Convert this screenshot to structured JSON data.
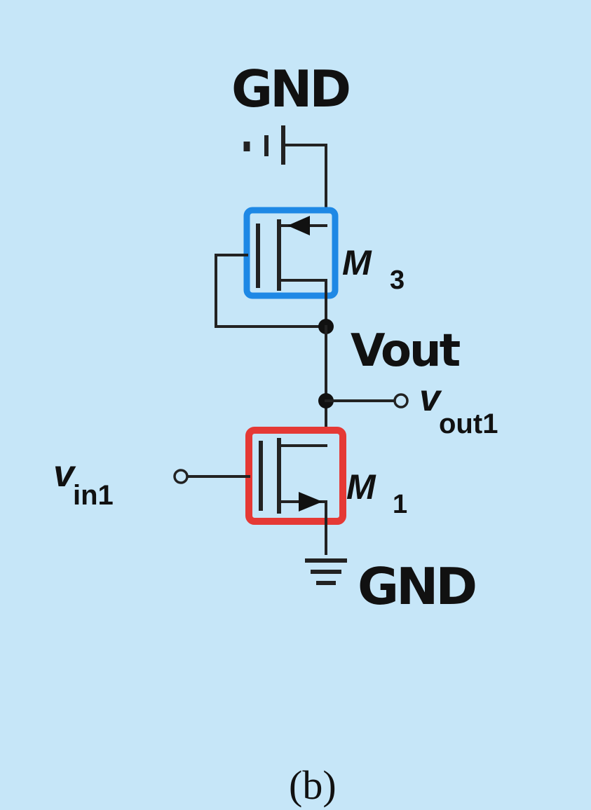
{
  "labels": {
    "gnd_top": "GND",
    "gnd_bottom": "GND",
    "m3_letter": "M",
    "m3_sub": "3",
    "m1_letter": "M",
    "m1_sub": "1",
    "vout_node": "Vout",
    "vout1_letter": "v",
    "vout1_sub": "out1",
    "vin1_letter": "v",
    "vin1_sub": "in1",
    "caption": "(b)"
  },
  "colors": {
    "background": "#c6e6f8",
    "m3_highlight": "#1e88e5",
    "m1_highlight": "#e53935",
    "wire": "#222222"
  },
  "icons": {
    "top_supply": "capacitor-to-gnd-icon",
    "bottom_supply": "ground-icon",
    "m3": "pmos-transistor-icon",
    "m1": "nmos-transistor-icon"
  }
}
